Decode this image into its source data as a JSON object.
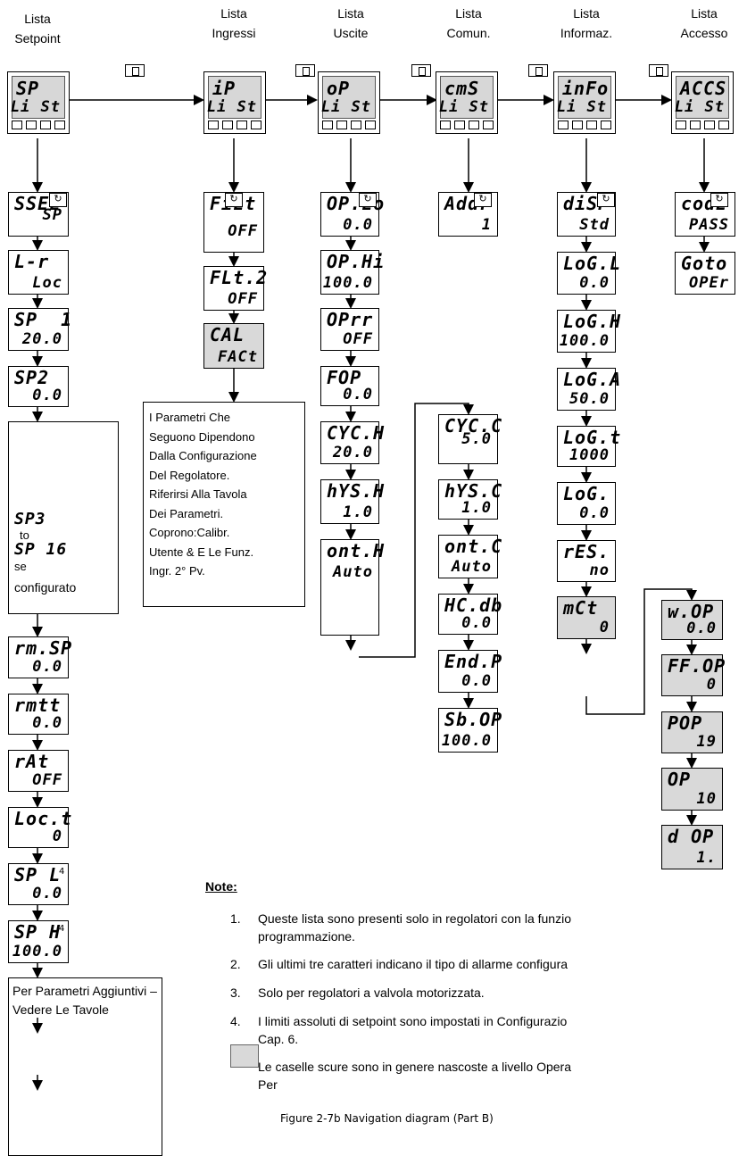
{
  "headers": [
    {
      "line1": "Lista",
      "line2": "Setpoint"
    },
    {
      "line1": "Lista",
      "line2": "Ingressi"
    },
    {
      "line1": "Lista",
      "line2": "Uscite"
    },
    {
      "line1": "Lista",
      "line2": "Comun."
    },
    {
      "line1": "Lista",
      "line2": "Informaz."
    },
    {
      "line1": "Lista",
      "line2": "Accesso"
    }
  ],
  "lists": [
    {
      "l1": "SP",
      "l2": "Li St"
    },
    {
      "l1": "iP",
      "l2": "Li St"
    },
    {
      "l1": "oP",
      "l2": "Li St"
    },
    {
      "l1": "cmS",
      "l2": "Li St"
    },
    {
      "l1": "inFo",
      "l2": "Li St"
    },
    {
      "l1": "ACCS",
      "l2": "Li St"
    }
  ],
  "col_sp": [
    {
      "l1": "SSEL",
      "l2": "SP"
    },
    {
      "l1": "L-r",
      "l2": "Loc"
    },
    {
      "l1": "SP  1",
      "l2": "20.0"
    },
    {
      "l1": "SP2",
      "l2": "0.0"
    },
    {
      "l1": "rm.SP",
      "l2": "0.0"
    },
    {
      "l1": "rmtt",
      "l2": "0.0"
    },
    {
      "l1": "rAt",
      "l2": "OFF"
    },
    {
      "l1": "Loc.t",
      "l2": "0"
    },
    {
      "l1": "SP L",
      "l2": "0.0"
    },
    {
      "l1": "SP H",
      "l2": "100.0"
    }
  ],
  "sp_range": {
    "a": "SP3",
    "to": "to",
    "b": "SP 16",
    "se": "se",
    "conf": "configurato"
  },
  "sup4": "4",
  "sp_footer": [
    "Per Parametri Aggiuntivi –",
    "Vedere Le Tavole"
  ],
  "col_ip": [
    {
      "l1": "FiLt",
      "l2": "OFF"
    },
    {
      "l1": "FLt.2",
      "l2": "OFF"
    },
    {
      "l1": "CAL",
      "l2": "FACt"
    }
  ],
  "ip_note": [
    "I Parametri Che",
    "Seguono Dipendono",
    "Dalla Configurazione",
    "Del Regolatore.",
    "Riferirsi Alla Tavola",
    "Dei Parametri.",
    "Coprono:Calibr.",
    "Utente & E Le Funz.",
    "Ingr. 2° Pv."
  ],
  "col_op": [
    {
      "l1": "OP.Lo",
      "l2": "0.0"
    },
    {
      "l1": "OP.Hi",
      "l2": "100.0"
    },
    {
      "l1": "OPrr",
      "l2": "OFF"
    },
    {
      "l1": "FOP",
      "l2": "0.0"
    },
    {
      "l1": "CYC.H",
      "l2": "20.0"
    },
    {
      "l1": "hYS.H",
      "l2": "1.0"
    },
    {
      "l1": "ont.H",
      "l2": "Auto"
    }
  ],
  "col_op2": [
    {
      "l1": "CYC.C",
      "l2": "5.0"
    },
    {
      "l1": "hYS.C",
      "l2": "1.0"
    },
    {
      "l1": "ont.C",
      "l2": "Auto"
    },
    {
      "l1": "HC.db",
      "l2": "0.0"
    },
    {
      "l1": "End.P",
      "l2": "0.0"
    },
    {
      "l1": "Sb.OP",
      "l2": "100.0"
    }
  ],
  "col_cms": [
    {
      "l1": "Addr",
      "l2": "1"
    }
  ],
  "col_info": [
    {
      "l1": "diSP",
      "l2": "Std"
    },
    {
      "l1": "LoG.L",
      "l2": "0.0"
    },
    {
      "l1": "LoG.H",
      "l2": "100.0"
    },
    {
      "l1": "LoG.A",
      "l2": "50.0"
    },
    {
      "l1": "LoG.t",
      "l2": "1000"
    },
    {
      "l1": "LoG.",
      "l2": "0.0"
    },
    {
      "l1": "rES.",
      "l2": "no"
    },
    {
      "l1": "mCt",
      "l2": "0"
    }
  ],
  "col_info2": [
    {
      "l1": "w.OP",
      "l2": "0.0"
    },
    {
      "l1": "FF.OP",
      "l2": "0"
    },
    {
      "l1": "POP",
      "l2": "19"
    },
    {
      "l1": "OP",
      "l2": "10"
    },
    {
      "l1": "d OP",
      "l2": "1."
    }
  ],
  "col_acc": [
    {
      "l1": "codE",
      "l2": "PASS"
    },
    {
      "l1": "Goto",
      "l2": "OPEr"
    }
  ],
  "notes": {
    "title": "Note:",
    "items": [
      {
        "num": "1.",
        "text": "Queste lista sono presenti solo in regolatori con la funzio",
        "text2": "programmazione."
      },
      {
        "num": "2.",
        "text": "Gli ultimi tre caratteri indicano il tipo di allarme configura"
      },
      {
        "num": "3.",
        "text": "Solo per regolatori a valvola motorizzata."
      },
      {
        "num": "4.",
        "text": "I limiti assoluti di setpoint sono impostati in Configurazio",
        "text2": "Cap. 6."
      }
    ],
    "shade_text": "Le caselle scure sono in genere nascoste a livello Opera",
    "shade_text2": "Per",
    "caption": "Figure 2-7b  Navigation diagram (Part B)"
  }
}
